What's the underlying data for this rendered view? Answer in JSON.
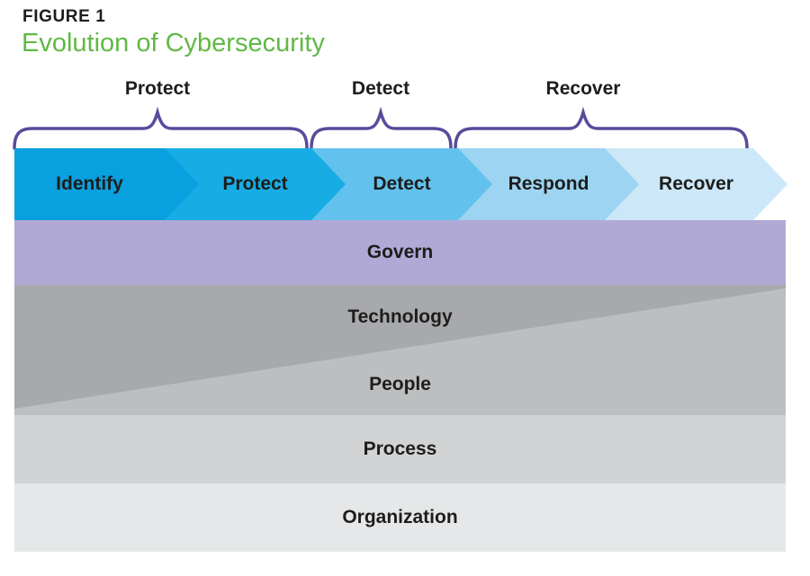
{
  "figure": {
    "label": "FIGURE 1",
    "title": "Evolution of Cybersecurity",
    "title_color": "#60b944",
    "label_color": "#1d1d1f"
  },
  "brace_color": "#5a4a9c",
  "phase_groups": [
    {
      "label": "Protect"
    },
    {
      "label": "Detect"
    },
    {
      "label": "Recover"
    }
  ],
  "chevrons": [
    {
      "label": "Identify",
      "color": "#09a0e0"
    },
    {
      "label": "Protect",
      "color": "#17ace4"
    },
    {
      "label": "Detect",
      "color": "#62c2ed"
    },
    {
      "label": "Respond",
      "color": "#9dd4f1"
    },
    {
      "label": "Recover",
      "color": "#cce7f8"
    }
  ],
  "layers": {
    "govern": {
      "label": "Govern",
      "color": "#b0a9d6"
    },
    "technology": {
      "label": "Technology",
      "color": "#a7a9ac"
    },
    "people": {
      "label": "People",
      "color": "#bcbec0"
    },
    "process": {
      "label": "Process",
      "color": "#d1d3d4"
    },
    "organization": {
      "label": "Organization",
      "color": "#e6e7e8"
    }
  },
  "text_color": "#1d1d1b"
}
